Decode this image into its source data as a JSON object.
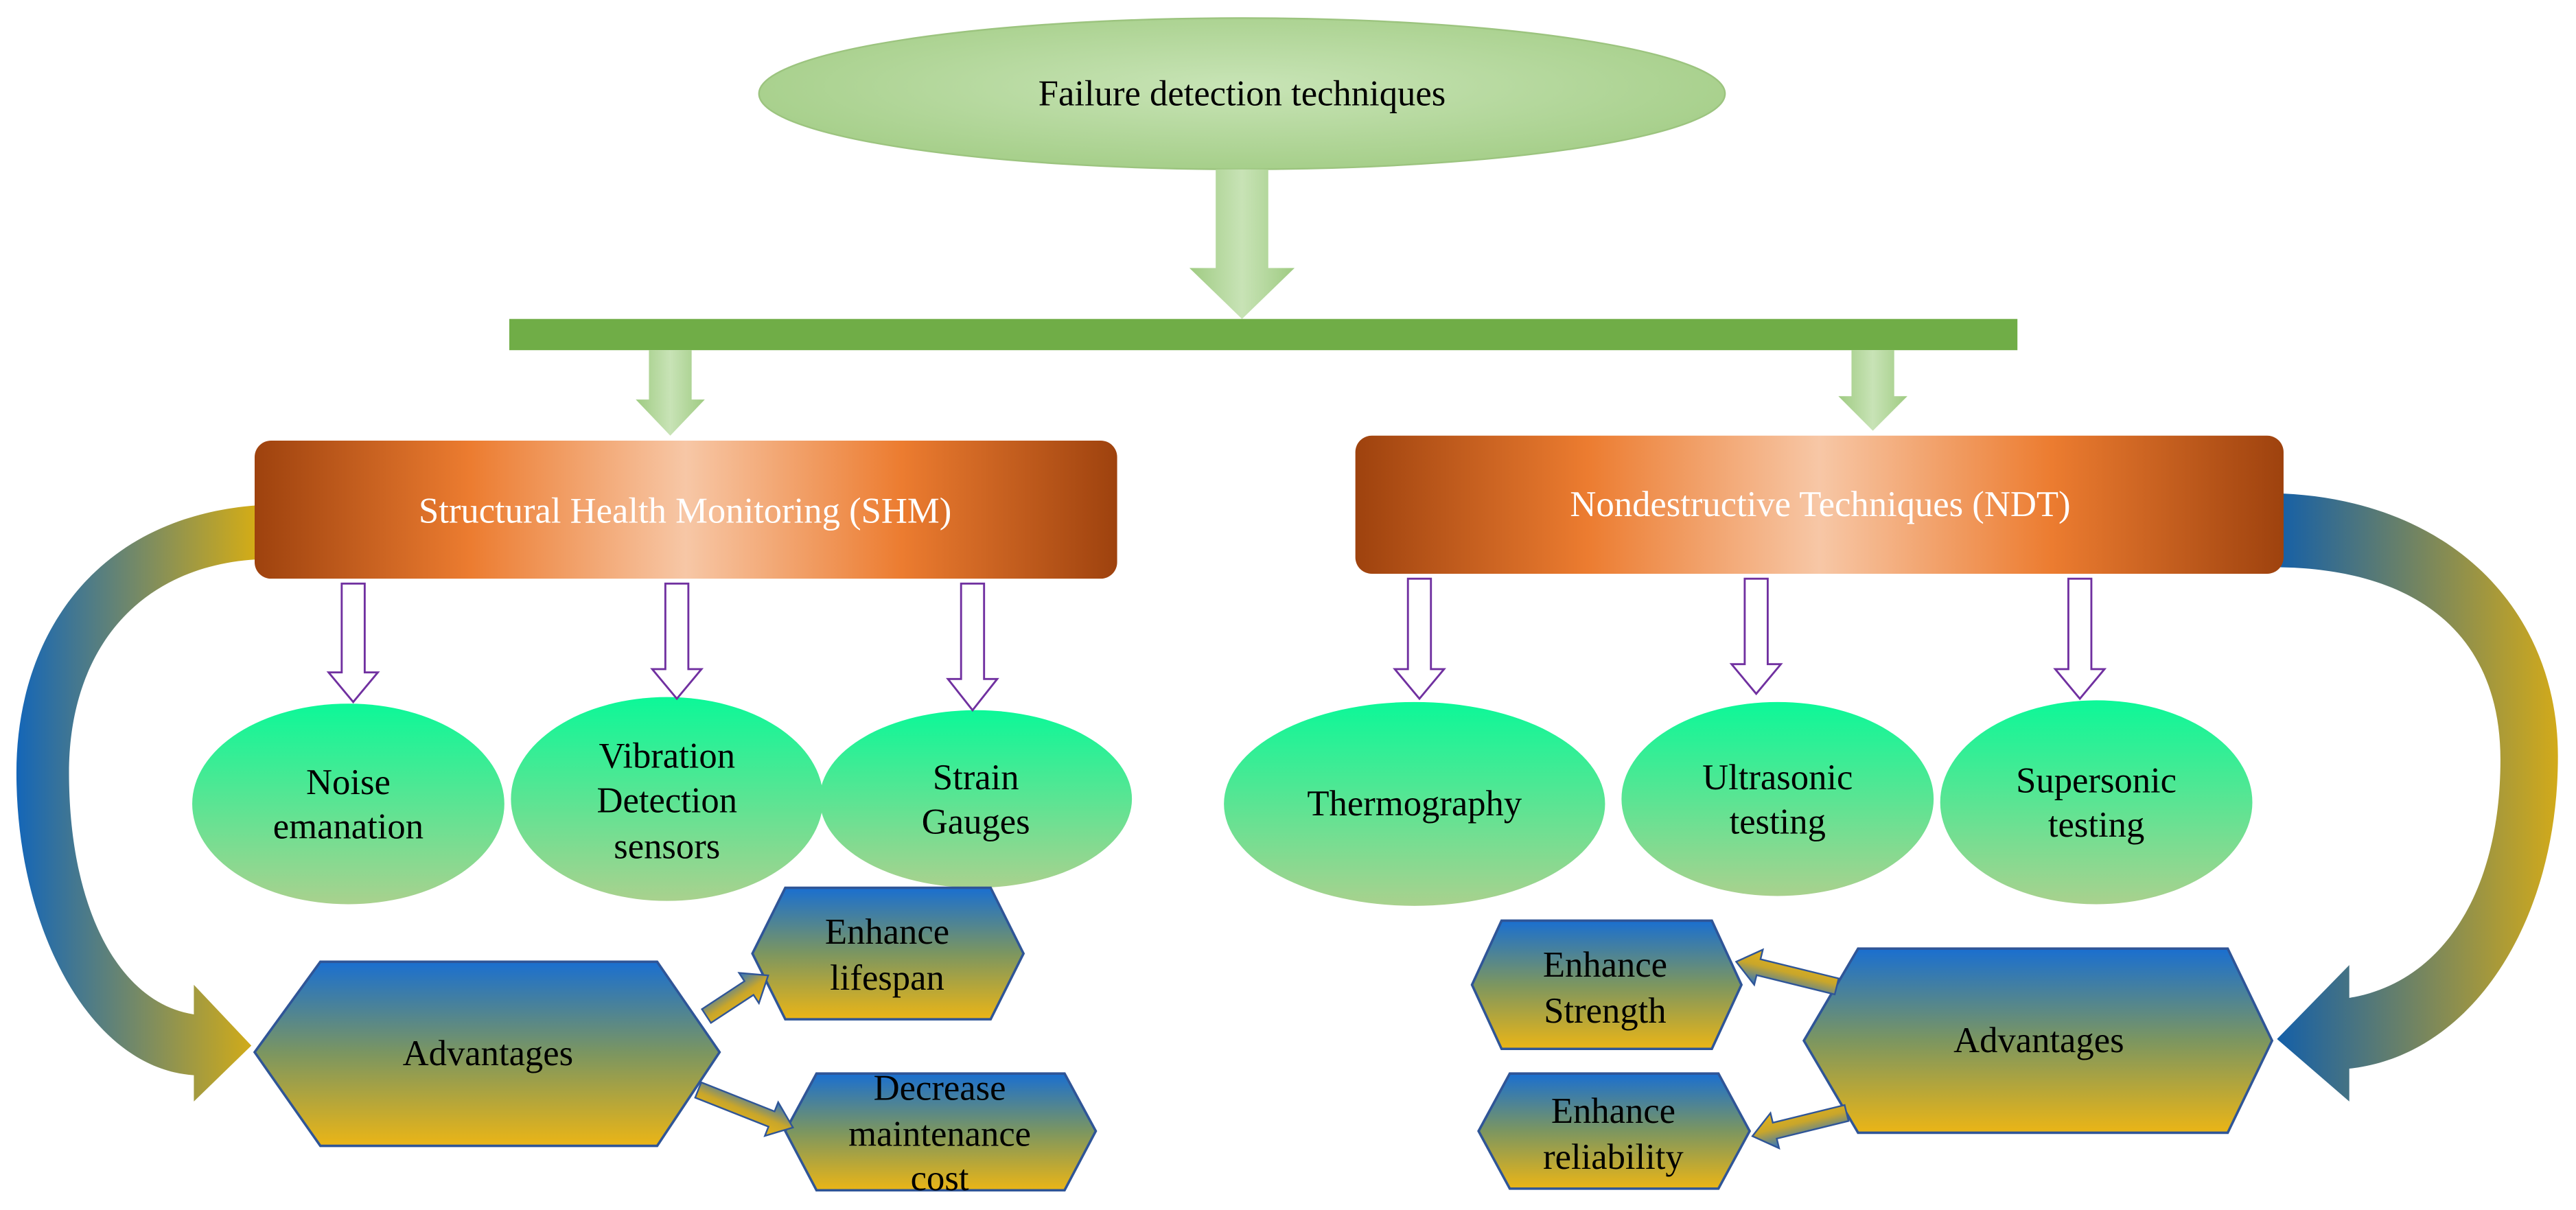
{
  "title": "Failure detection techniques",
  "shm": {
    "label": "Structural Health Monitoring (SHM)",
    "methods": [
      {
        "lines": [
          "Noise",
          "emanation"
        ]
      },
      {
        "lines": [
          "Vibration",
          "Detection",
          "sensors"
        ]
      },
      {
        "lines": [
          "Strain",
          "Gauges"
        ]
      }
    ],
    "advantages": {
      "label": "Advantages",
      "items": [
        {
          "lines": [
            "Enhance",
            "lifespan"
          ]
        },
        {
          "lines": [
            "Decrease",
            "maintenance",
            "cost"
          ]
        }
      ]
    }
  },
  "ndt": {
    "label": "Nondestructive Techniques (NDT)",
    "methods": [
      {
        "lines": [
          "Thermography"
        ]
      },
      {
        "lines": [
          "Ultrasonic",
          "testing"
        ]
      },
      {
        "lines": [
          "Supersonic",
          "testing"
        ]
      }
    ],
    "advantages": {
      "label": "Advantages",
      "items": [
        {
          "lines": [
            "Enhance",
            "Strength"
          ]
        },
        {
          "lines": [
            "Enhance",
            "reliability"
          ]
        }
      ]
    }
  },
  "colors": {
    "connector_bar": "#70ad47",
    "outline_arrow": "#7030a0",
    "hexagon_border": "#2f5597",
    "branch_label": "#ffffff"
  }
}
